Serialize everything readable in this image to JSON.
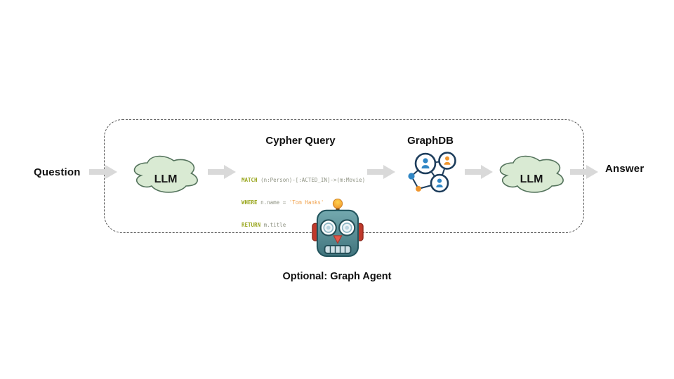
{
  "diagram": {
    "question": "Question",
    "answer": "Answer",
    "llm_left": "LLM",
    "llm_right": "LLM",
    "cypher_title": "Cypher Query",
    "graphdb_title": "GraphDB",
    "agent_caption": "Optional: Graph Agent",
    "code": {
      "l1_kw": "MATCH",
      "l1_rest": " (n:Person)-[:ACTED_IN]->(m:Movie)",
      "l2_kw": "WHERE",
      "l2_mid": " n.name = ",
      "l2_str": "'Tom Hanks'",
      "l3_kw": "RETURN",
      "l3_rest": " m.title"
    },
    "icons": {
      "flow_arrow": "block-arrow-right",
      "llm_shape": "cloud-shape",
      "graphdb": "graph-network-icon",
      "agent": "robot-face-icon"
    },
    "colors": {
      "cloud_fill": "#d9ead3",
      "cloud_stroke": "#54735c",
      "arrow_fill": "#d9d9d9",
      "dashed_border": "#555555",
      "code_keyword": "#9aa71f",
      "code_plain": "#8e9282",
      "code_string": "#f0a04a",
      "graph_node_blue": "#2f86c5",
      "graph_node_orange": "#f0962e"
    }
  }
}
